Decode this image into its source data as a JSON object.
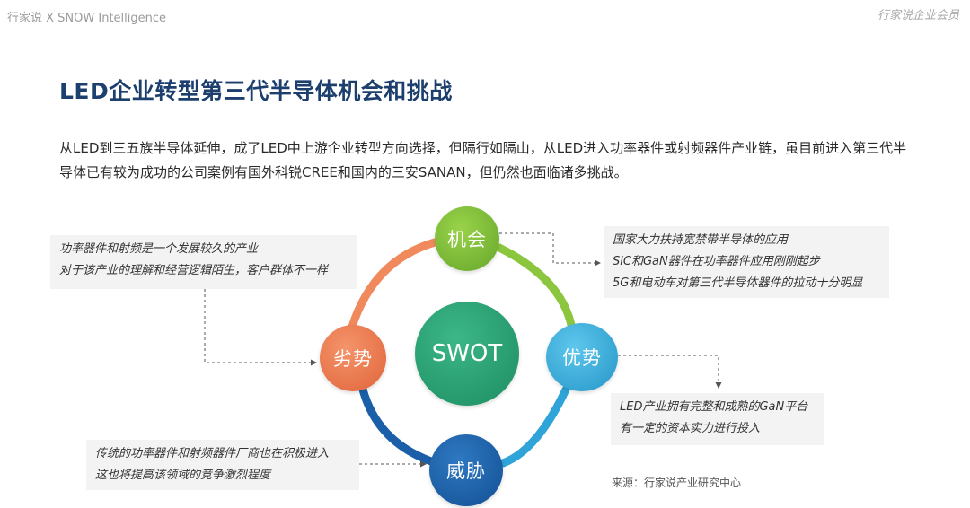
{
  "header": {
    "brand": "行家说 X SNOW Intelligence",
    "member_label": "行家说企业会员"
  },
  "title": "LED企业转型第三代半导体机会和挑战",
  "intro": "从LED到三五族半导体延伸，成了LED中上游企业转型方向选择，但隔行如隔山，从LED进入功率器件或射频器件产业链，虽目前进入第三代半导体已有较为成功的公司案例有国外科锐CREE和国内的三安SANAN，但仍然也面临诸多挑战。",
  "swot": {
    "center": "SWOT",
    "opportunity": {
      "label": "机会",
      "lines": [
        "国家大力扶持宽禁带半导体的应用",
        "SiC和GaN器件在功率器件应用刚刚起步",
        "5G和电动车对第三代半导体器件的拉动十分明显"
      ]
    },
    "strength": {
      "label": "优势",
      "lines": [
        "LED产业拥有完整和成熟的GaN平台",
        "有一定的资本实力进行投入"
      ]
    },
    "threat": {
      "label": "威胁",
      "lines": [
        "传统的功率器件和射频器件厂商也在积极进入",
        "这也将提高该领域的竞争激烈程度"
      ]
    },
    "weakness": {
      "label": "劣势",
      "lines": [
        "功率器件和射频是一个发展较久的产业",
        "对于该产业的理解和经营逻辑陌生，客户群体不一样"
      ]
    }
  },
  "colors": {
    "title": "#1c3f6e",
    "opportunity": "#7cbd3a",
    "strength": "#35ace0",
    "threat": "#1a5fa8",
    "weakness": "#ec7b4f",
    "center": "#2aa274"
  },
  "source": "来源：行家说产业研究中心"
}
